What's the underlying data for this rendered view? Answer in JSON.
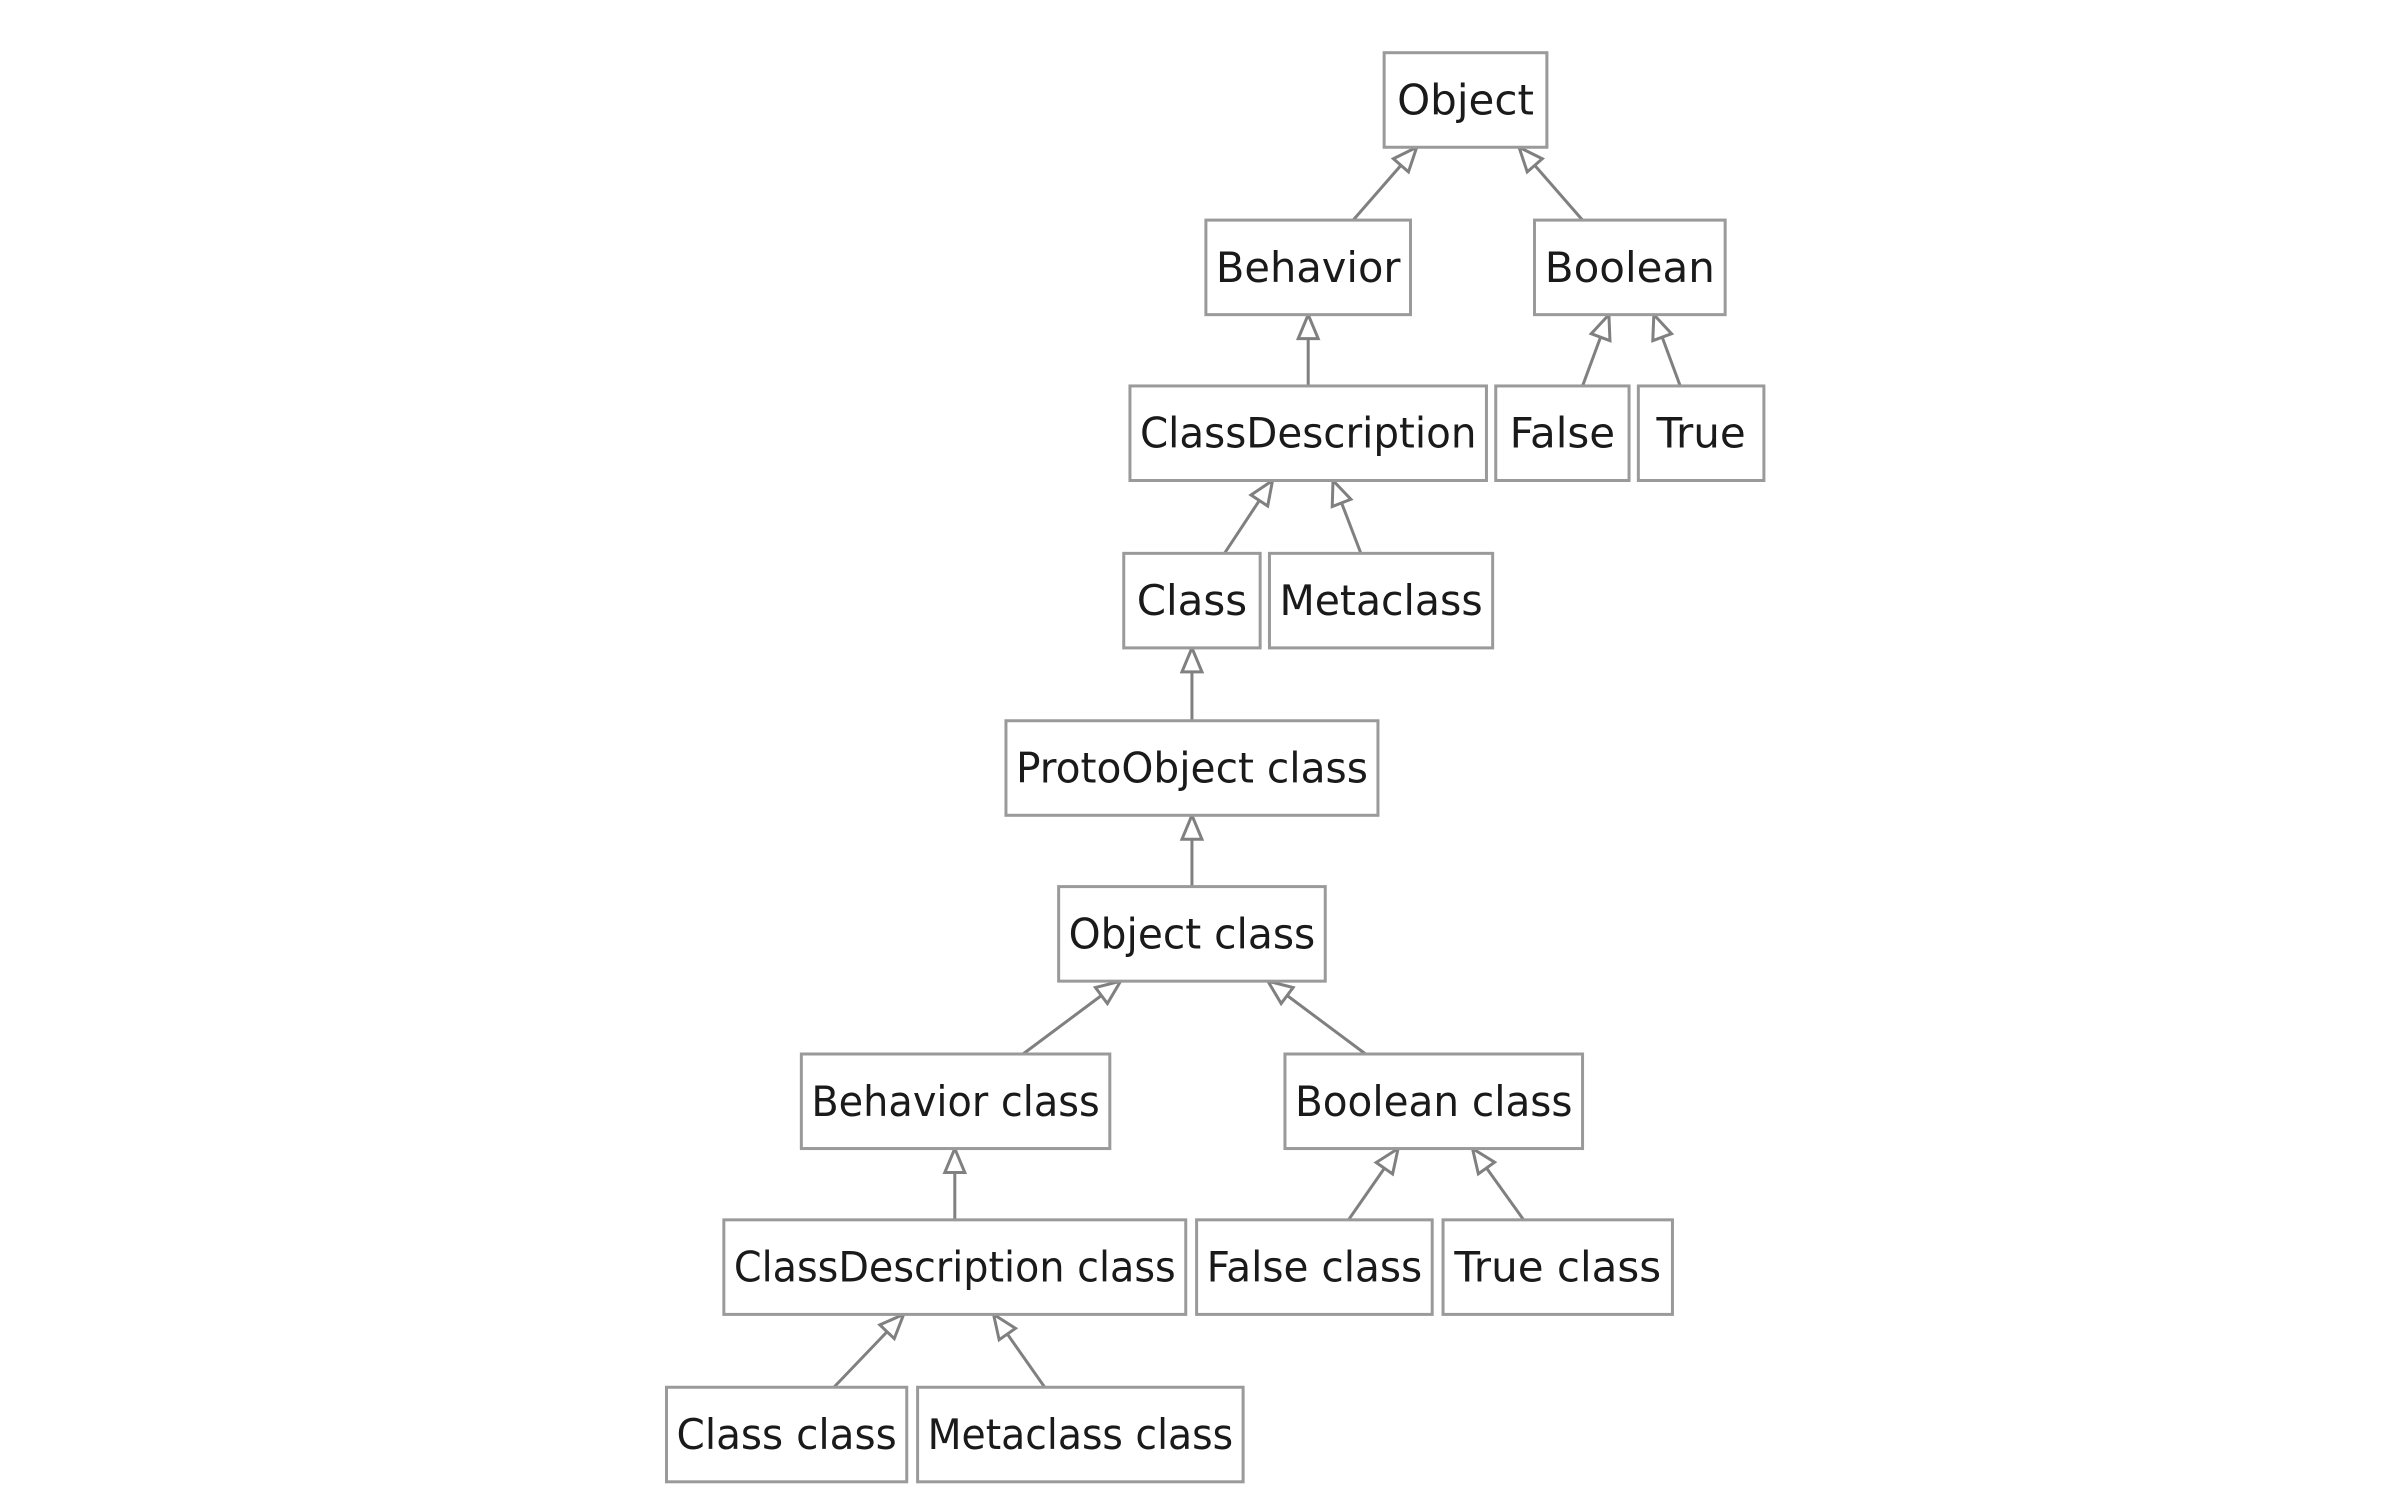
{
  "diagram": {
    "type": "class-hierarchy",
    "nodes": [
      {
        "id": "object",
        "label": "Object"
      },
      {
        "id": "behavior",
        "label": "Behavior"
      },
      {
        "id": "boolean",
        "label": "Boolean"
      },
      {
        "id": "classdescription",
        "label": "ClassDescription"
      },
      {
        "id": "false",
        "label": "False"
      },
      {
        "id": "true",
        "label": "True"
      },
      {
        "id": "class",
        "label": "Class"
      },
      {
        "id": "metaclass",
        "label": "Metaclass"
      },
      {
        "id": "protoobject-class",
        "label": "ProtoObject class"
      },
      {
        "id": "object-class",
        "label": "Object class"
      },
      {
        "id": "behavior-class",
        "label": "Behavior class"
      },
      {
        "id": "boolean-class",
        "label": "Boolean class"
      },
      {
        "id": "classdescription-class",
        "label": "ClassDescription class"
      },
      {
        "id": "false-class",
        "label": "False class"
      },
      {
        "id": "true-class",
        "label": "True class"
      },
      {
        "id": "class-class",
        "label": "Class class"
      },
      {
        "id": "metaclass-class",
        "label": "Metaclass class"
      }
    ],
    "edges": [
      {
        "from": "behavior",
        "to": "object"
      },
      {
        "from": "boolean",
        "to": "object"
      },
      {
        "from": "classdescription",
        "to": "behavior"
      },
      {
        "from": "false",
        "to": "boolean"
      },
      {
        "from": "true",
        "to": "boolean"
      },
      {
        "from": "class",
        "to": "classdescription"
      },
      {
        "from": "metaclass",
        "to": "classdescription"
      },
      {
        "from": "protoobject-class",
        "to": "class"
      },
      {
        "from": "object-class",
        "to": "protoobject-class"
      },
      {
        "from": "behavior-class",
        "to": "object-class"
      },
      {
        "from": "boolean-class",
        "to": "object-class"
      },
      {
        "from": "classdescription-class",
        "to": "behavior-class"
      },
      {
        "from": "false-class",
        "to": "boolean-class"
      },
      {
        "from": "true-class",
        "to": "boolean-class"
      },
      {
        "from": "class-class",
        "to": "classdescription-class"
      },
      {
        "from": "metaclass-class",
        "to": "classdescription-class"
      }
    ],
    "colors": {
      "box_border": "#9a9a9a",
      "edge": "#808080",
      "text": "#1a1a1a",
      "background": "#ffffff"
    }
  }
}
